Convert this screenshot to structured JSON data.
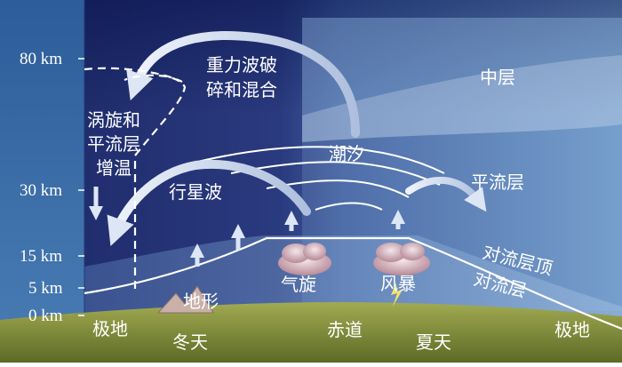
{
  "altitude_ticks": [
    "80 km",
    "30 km",
    "15 km",
    "5 km",
    "0 km"
  ],
  "labels": {
    "gravity_wave": [
      "重力波破",
      "碎和混合"
    ],
    "vortex": [
      "涡旋和",
      "平流层",
      "增温"
    ],
    "mesosphere": "中层",
    "tide": "潮汐",
    "stratosphere": "平流层",
    "planetary_wave": "行星波",
    "tropopause": "对流层顶",
    "troposphere": "对流层",
    "cyclone": "气旋",
    "storm": "风暴",
    "terrain": "地形",
    "pole_left": "极地",
    "pole_right": "极地",
    "equator": "赤道",
    "winter": "冬天",
    "summer": "夏天"
  },
  "colors": {
    "winter_sky": "#27367a",
    "summer_sky": "#5c86c0",
    "mesosphere_band": "#b6cae4",
    "ground": "#8e9a3c",
    "left_panel": "#3f6fa9",
    "arrow": "#dde6f5"
  }
}
